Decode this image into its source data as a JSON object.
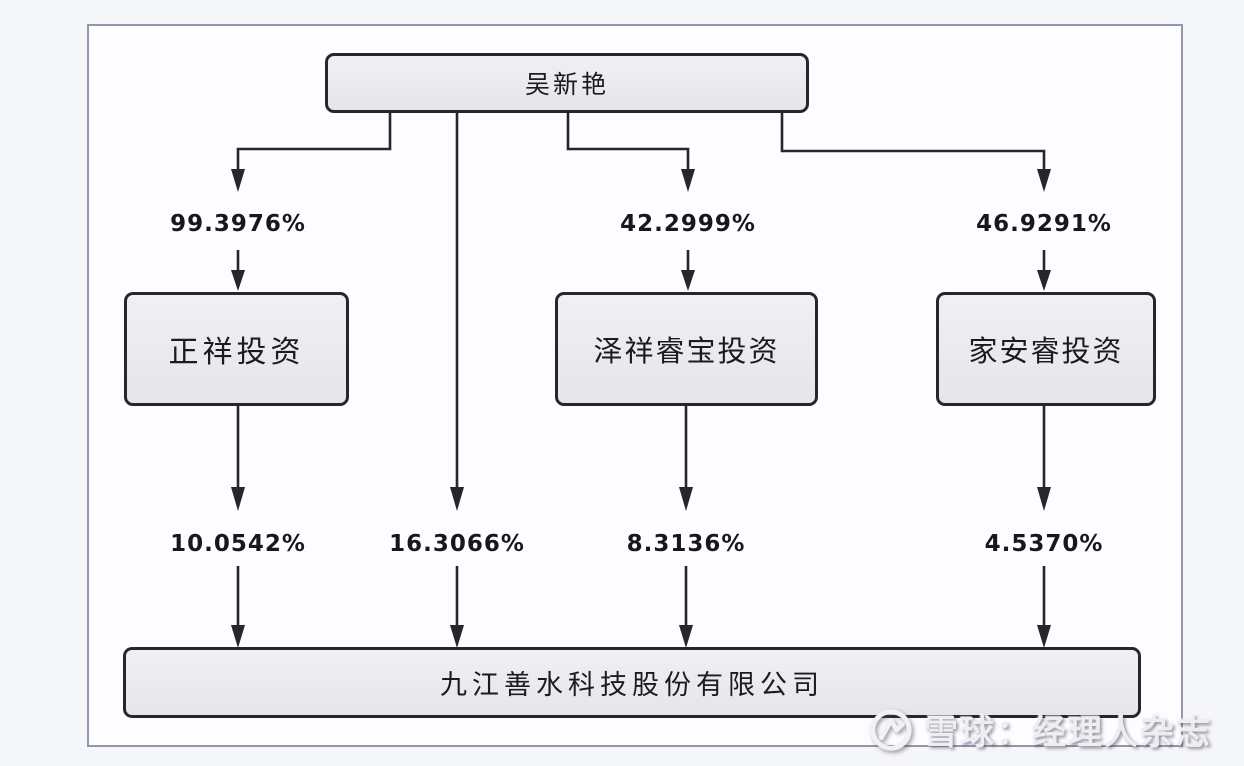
{
  "diagram": {
    "type": "ownership-structure",
    "root": {
      "label": "吴新艳"
    },
    "entities": {
      "left": {
        "label": "正祥投资"
      },
      "center": {
        "label": "泽祥睿宝投资"
      },
      "right": {
        "label": "家安睿投资"
      },
      "company": {
        "label": "九江善水科技股份有限公司"
      }
    },
    "ownership": {
      "root_to_left": "99.3976%",
      "root_to_center": "42.2999%",
      "root_to_right": "46.9291%",
      "left_to_company": "10.0542%",
      "root_to_company_direct": "16.3066%",
      "center_to_company": "8.3136%",
      "right_to_company": "4.5370%"
    },
    "colors": {
      "box_fill": "#ebebee",
      "box_border": "#26262d",
      "connector_line": "#26262c",
      "frame_border": "#9396ad",
      "canvas_bg": "#fdfdff",
      "page_bg": "#f5f6f9",
      "text": "#1b1b22"
    }
  },
  "watermark": {
    "text": "雪球：经理人杂志",
    "logo_icon": "snowball-logo-icon"
  }
}
